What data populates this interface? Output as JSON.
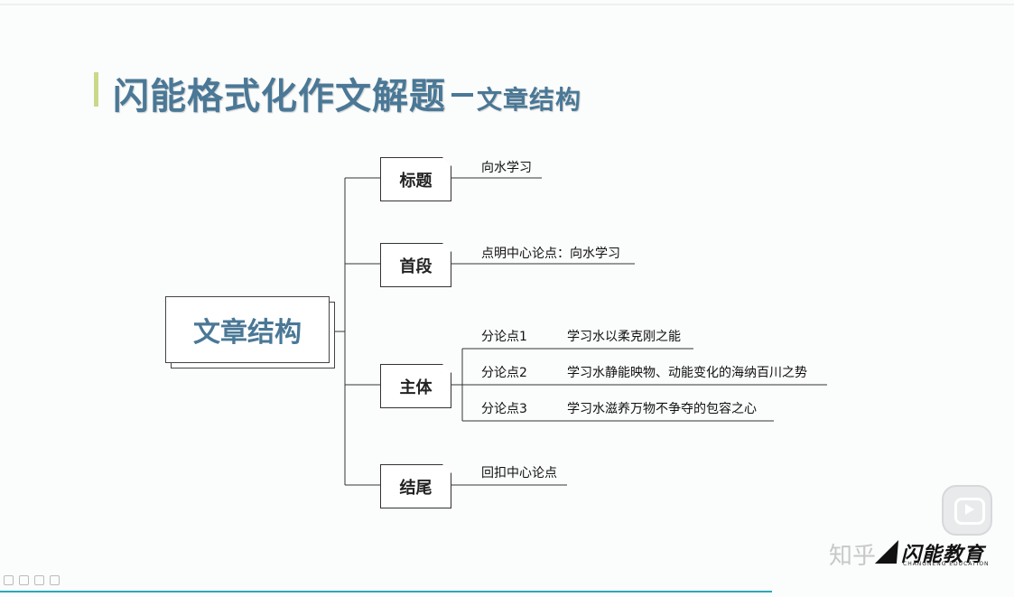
{
  "header": {
    "title_main": "闪能格式化作文解题",
    "title_sub": "文章结构"
  },
  "diagram": {
    "root": "文章结构",
    "branches": [
      {
        "label": "标题",
        "items": [
          "向水学习"
        ]
      },
      {
        "label": "首段",
        "items": [
          "点明中心论点：向水学习"
        ]
      },
      {
        "label": "主体",
        "points": [
          {
            "label": "分论点1",
            "text": "学习水以柔克刚之能"
          },
          {
            "label": "分论点2",
            "text": "学习水静能映物、动能变化的海纳百川之势"
          },
          {
            "label": "分论点3",
            "text": "学习水滋养万物不争夺的包容之心"
          }
        ]
      },
      {
        "label": "结尾",
        "items": [
          "回扣中心论点"
        ]
      }
    ]
  },
  "watermark": {
    "zhihu": "知乎",
    "logo": "闪能教育",
    "logo_sub": "CHANGNENG EDUCATION"
  },
  "colors": {
    "title": "#4a7896",
    "accent_bar": "#c9d98a",
    "progress": "#2aa8b8"
  }
}
